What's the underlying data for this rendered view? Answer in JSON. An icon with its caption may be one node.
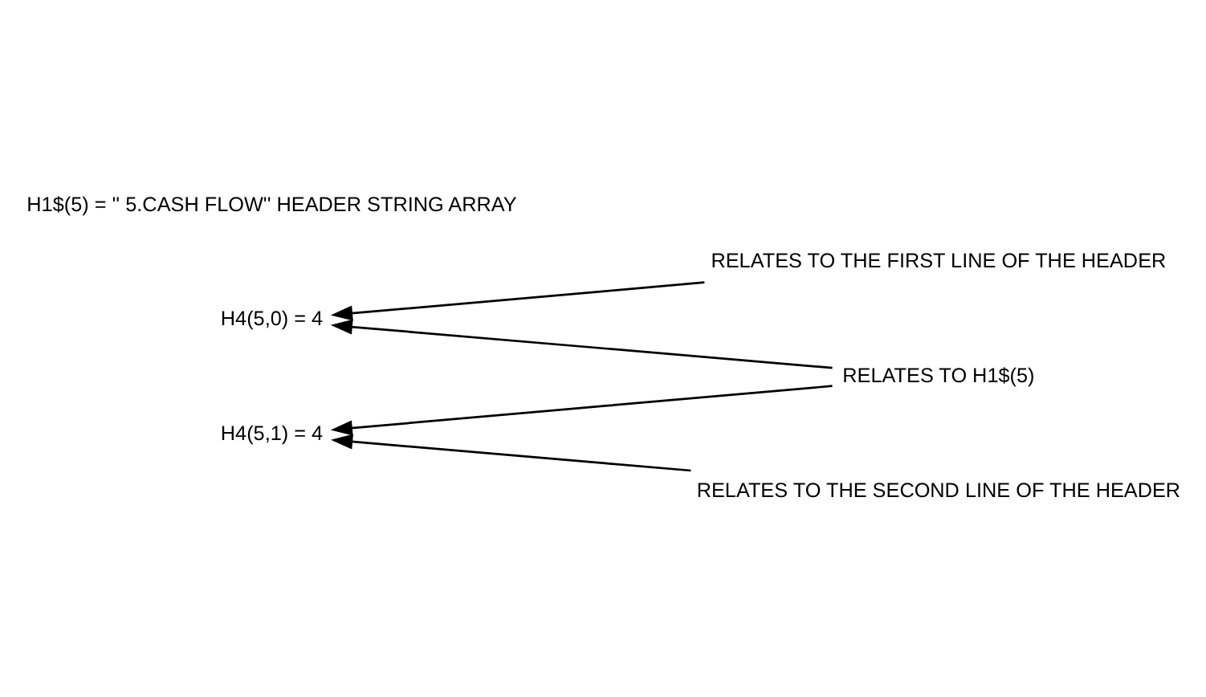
{
  "diagram": {
    "nodes": [
      {
        "text": [
          "RELATES TO THE FIRST LINE OF THE HEADER"
        ]
      },
      {
        "text": [
          "H4(5,0) = 4"
        ]
      },
      {
        "text": [
          "RELATES TO H1$(5)"
        ]
      },
      {
        "text": [
          "H4(5,1) = 4"
        ]
      },
      {
        "text": [
          "RELATES TO THE SECOND LINE OF THE HEADER"
        ]
      }
    ],
    "edges": [
      {
        "from": 0,
        "to": 1,
        "arrow": "to"
      },
      {
        "from": 2,
        "to": 1,
        "arrow": "to"
      },
      {
        "from": 2,
        "to": 3,
        "arrow": "to"
      },
      {
        "from": 4,
        "to": 3,
        "arrow": "to"
      }
    ],
    "labels": [
      "H1$(5) = '' 5.CASH FLOW'' HEADER STRING ARRAY"
    ]
  }
}
